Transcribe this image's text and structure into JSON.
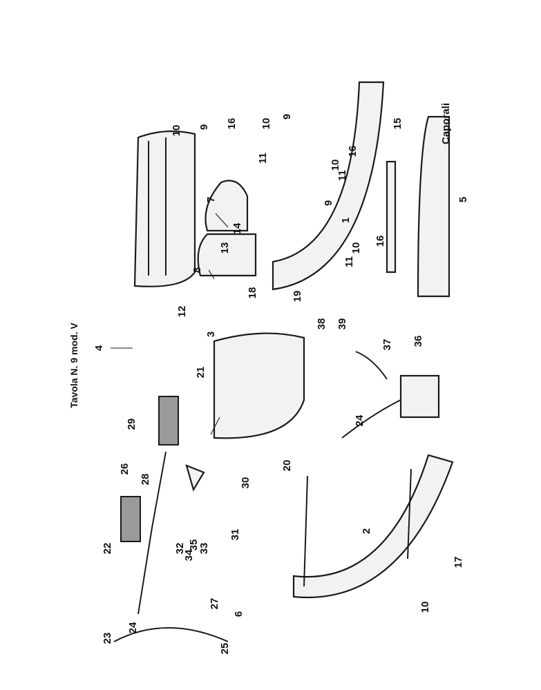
{
  "title": "Tavola N. 9 mod. V",
  "signature": "Caporali",
  "callouts": {
    "c1": "1",
    "c2": "2",
    "c3": "3",
    "c4": "4",
    "c5": "5",
    "c6": "6",
    "c7": "7",
    "c8": "8",
    "c9a": "9",
    "c9b": "9",
    "c9c": "9",
    "c10a": "10",
    "c10b": "10",
    "c10c": "10",
    "c10d": "10",
    "c10e": "10",
    "c11a": "11",
    "c11b": "11",
    "c11c": "11",
    "c12": "12",
    "c13": "13",
    "c14": "14",
    "c15": "15",
    "c16a": "16",
    "c16b": "16",
    "c16c": "16",
    "c17": "17",
    "c18": "18",
    "c19": "19",
    "c20": "20",
    "c21": "21",
    "c22": "22",
    "c23": "23",
    "c24a": "24",
    "c24b": "24",
    "c25": "25",
    "c26": "26",
    "c27": "27",
    "c28": "28",
    "c29": "29",
    "c30": "30",
    "c31": "31",
    "c32": "32",
    "c33": "33",
    "c34": "34",
    "c35": "35",
    "c36": "36",
    "c37": "37",
    "c38": "38",
    "c39": "39"
  }
}
